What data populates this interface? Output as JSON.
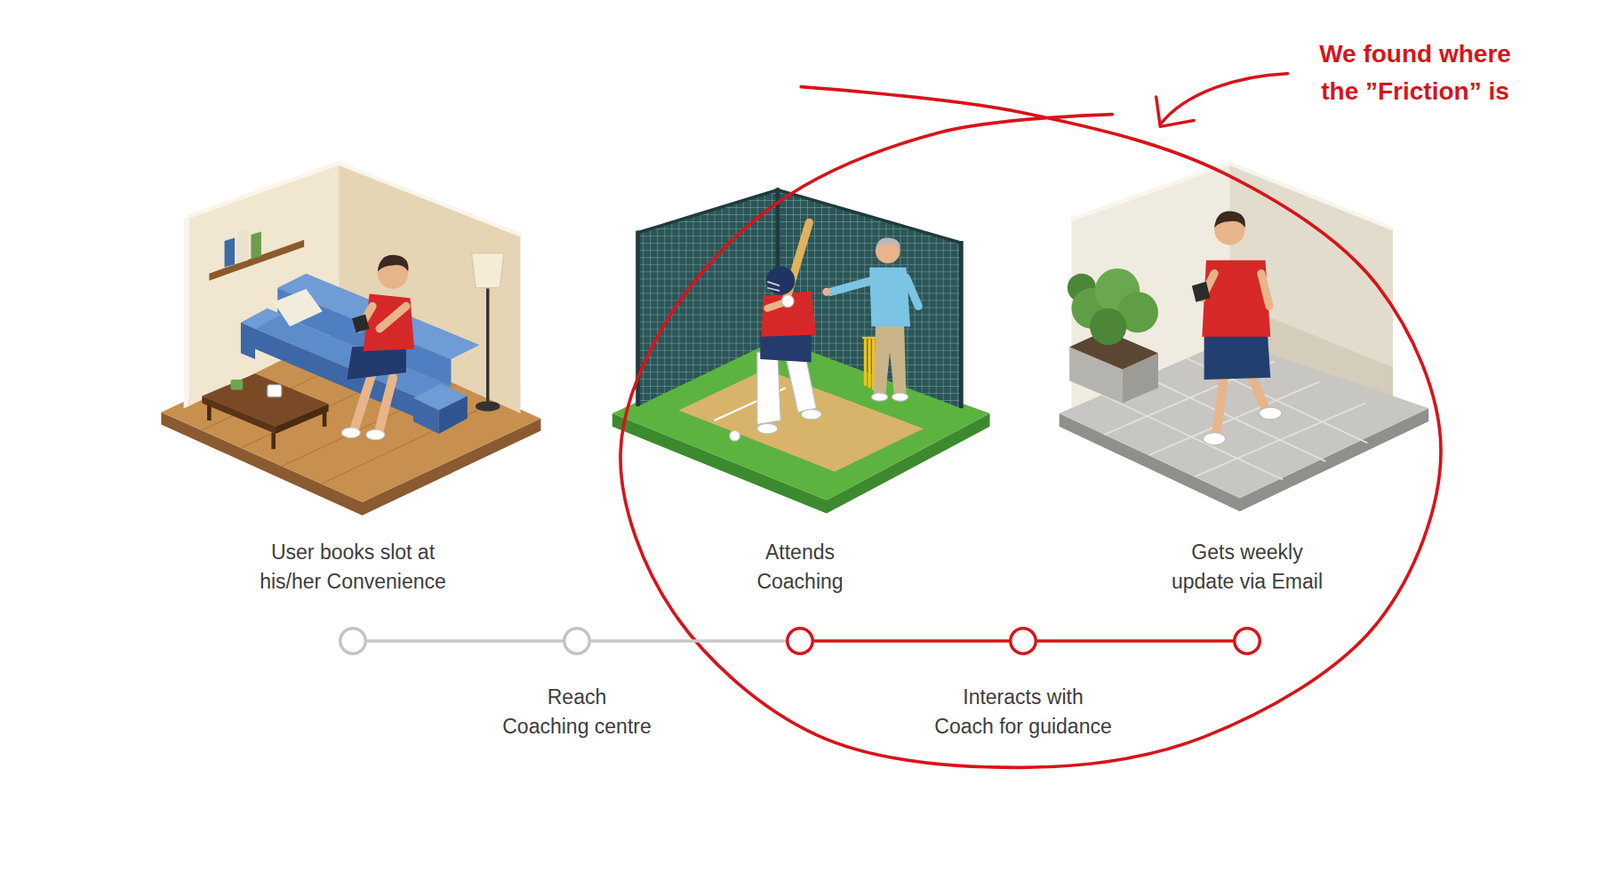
{
  "diagram": {
    "nodes": [
      {
        "text": [
          "User books slot at his/her Convenience"
        ]
      },
      {
        "text": [
          "Reach Coaching centre"
        ]
      },
      {
        "text": [
          "Attends Coaching"
        ]
      },
      {
        "text": [
          "Interacts with Coach for guidance"
        ]
      },
      {
        "text": [
          "Gets weekly update via Email"
        ]
      }
    ],
    "edges": [
      {
        "from": 0,
        "to": 1,
        "arrow": "none"
      },
      {
        "from": 1,
        "to": 2,
        "arrow": "none"
      },
      {
        "from": 2,
        "to": 3,
        "arrow": "none"
      },
      {
        "from": 3,
        "to": 4,
        "arrow": "none"
      }
    ],
    "labels": [
      "We found where the ”Friction” is"
    ]
  }
}
